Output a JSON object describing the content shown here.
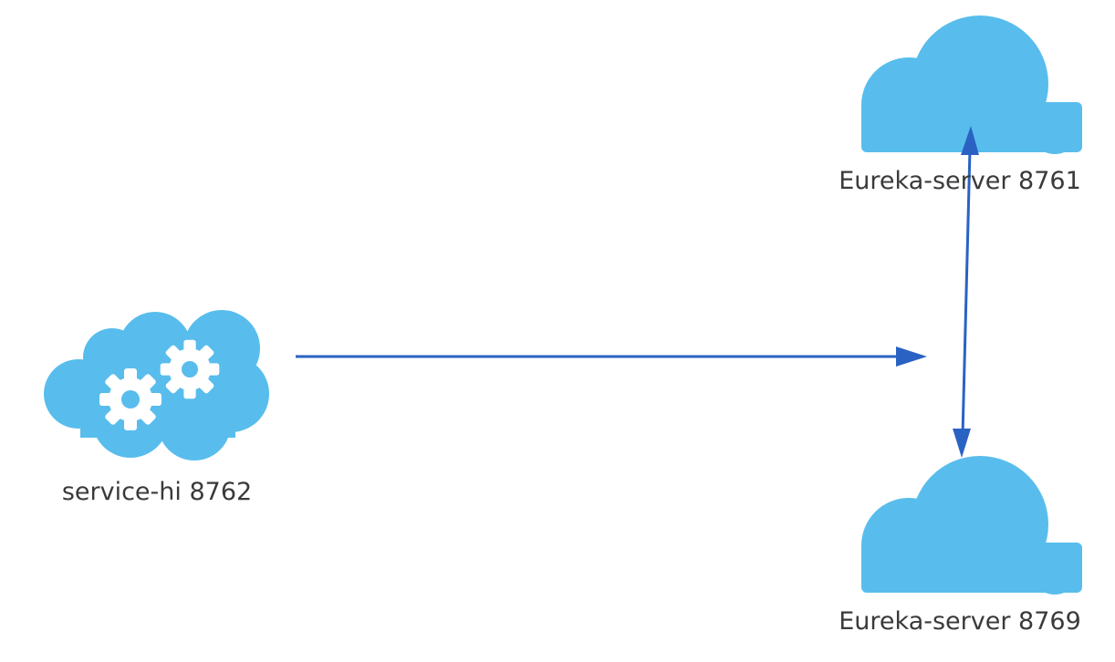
{
  "colors": {
    "cloud_fill": "#58BDEC",
    "arrow": "#2A62C4",
    "label_text": "#3a3a3a",
    "gear": "#ffffff",
    "background": "#ffffff"
  },
  "nodes": {
    "service": {
      "label": "service-hi 8762",
      "icon": "cloud-gears-icon"
    },
    "eureka_a": {
      "label": "Eureka-server 8761",
      "icon": "cloud-icon"
    },
    "eureka_b": {
      "label": "Eureka-server 8769",
      "icon": "cloud-icon"
    }
  },
  "edges": [
    {
      "from": "service",
      "to": "eureka",
      "direction": "forward"
    },
    {
      "from": "eureka_a",
      "to": "eureka_b",
      "direction": "bidirectional"
    }
  ]
}
